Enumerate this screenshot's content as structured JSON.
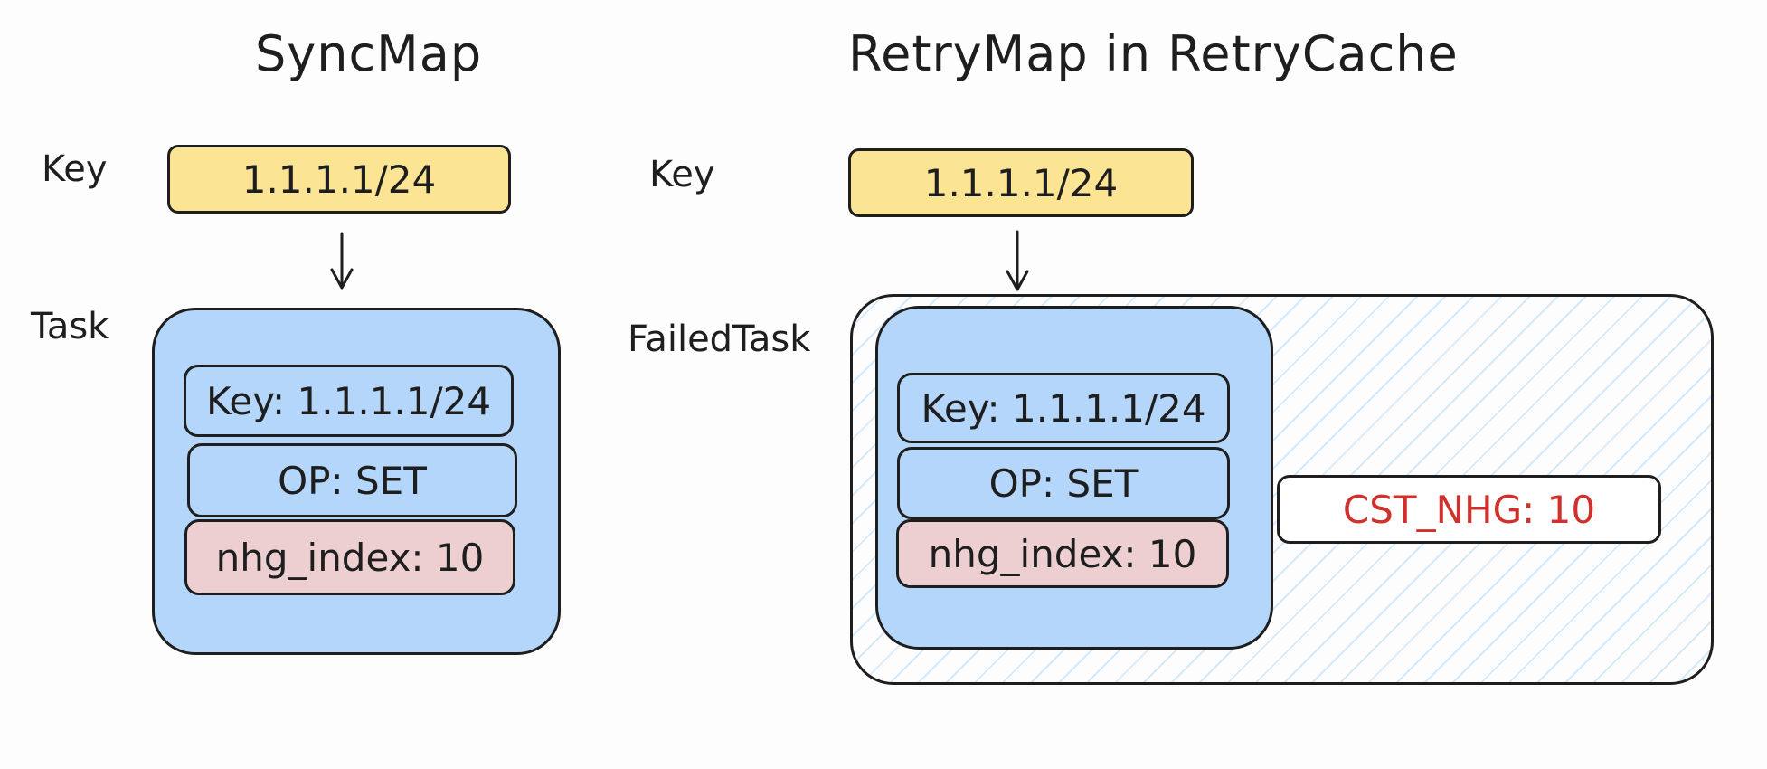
{
  "titles": {
    "left": "SyncMap",
    "right": "RetryMap in RetryCache"
  },
  "left": {
    "key_label": "Key",
    "key_value": "1.1.1.1/24",
    "container_label": "Task",
    "fields": {
      "key": "Key: 1.1.1.1/24",
      "op": "OP: SET",
      "nhg": "nhg_index: 10"
    }
  },
  "right": {
    "key_label": "Key",
    "key_value": "1.1.1.1/24",
    "container_label": "FailedTask",
    "fields": {
      "key": "Key: 1.1.1.1/24",
      "op": "OP: SET",
      "nhg": "nhg_index: 10"
    },
    "extra": "CST_NHG: 10"
  },
  "colors": {
    "key_fill": "#fbe493",
    "task_fill": "#b4d6fb",
    "nhg_fill": "#edcfd2",
    "extra_text": "#d0312d",
    "hatch": "#b4d6fb",
    "stroke": "#1e1e1e"
  }
}
